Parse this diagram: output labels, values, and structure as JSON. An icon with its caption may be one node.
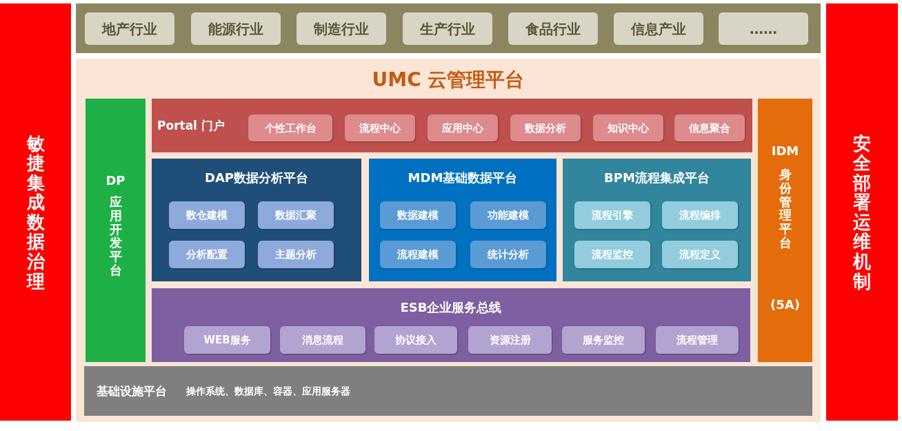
{
  "diagram": {
    "nodes": [
      {
        "text": [
          "敏捷集成数据治理"
        ]
      },
      {
        "text": [],
        "shape": "box"
      },
      {
        "text": [
          "地产行业"
        ],
        "in": 1
      },
      {
        "text": [
          "能源行业"
        ],
        "in": 1
      },
      {
        "text": [
          "制造行业"
        ],
        "in": 1
      },
      {
        "text": [
          "生产行业"
        ],
        "in": 1
      },
      {
        "text": [
          "食品行业"
        ],
        "in": 1
      },
      {
        "text": [
          "信息产业"
        ],
        "in": 1
      },
      {
        "text": [
          "……"
        ],
        "in": 1
      },
      {
        "text": [
          "UMC 云管理平台"
        ]
      },
      {
        "text": [
          "DP",
          "应用开发平台"
        ],
        "in": 9
      },
      {
        "text": [
          "Portal 门户"
        ],
        "in": 9
      },
      {
        "text": [
          "个性工作台"
        ],
        "in": 11
      },
      {
        "text": [
          "流程中心"
        ],
        "in": 11
      },
      {
        "text": [
          "应用中心"
        ],
        "in": 11
      },
      {
        "text": [
          "数据分析"
        ],
        "in": 11
      },
      {
        "text": [
          "知识中心"
        ],
        "in": 11
      },
      {
        "text": [
          "信息聚合"
        ],
        "in": 11
      },
      {
        "text": [
          "DAP数据分析平台"
        ],
        "in": 9
      },
      {
        "text": [
          "数仓建模"
        ],
        "in": 18
      },
      {
        "text": [
          "数据汇聚"
        ],
        "in": 18
      },
      {
        "text": [
          "分析配置"
        ],
        "in": 18
      },
      {
        "text": [
          "主题分析"
        ],
        "in": 18
      },
      {
        "text": [
          "MDM基础数据平台"
        ],
        "in": 9
      },
      {
        "text": [
          "数据建模"
        ],
        "in": 23
      },
      {
        "text": [
          "功能建模"
        ],
        "in": 23
      },
      {
        "text": [
          "流程建模"
        ],
        "in": 23
      },
      {
        "text": [
          "统计分析"
        ],
        "in": 23
      },
      {
        "text": [
          "BPM流程集成平台"
        ],
        "in": 9
      },
      {
        "text": [
          "流程引擎"
        ],
        "in": 28
      },
      {
        "text": [
          "流程编排"
        ],
        "in": 28
      },
      {
        "text": [
          "流程监控"
        ],
        "in": 28
      },
      {
        "text": [
          "流程定义"
        ],
        "in": 28
      },
      {
        "text": [
          "ESB企业服务总线"
        ],
        "in": 9
      },
      {
        "text": [
          "WEB服务"
        ],
        "in": 33
      },
      {
        "text": [
          "消息流程"
        ],
        "in": 33
      },
      {
        "text": [
          "协议接入"
        ],
        "in": 33
      },
      {
        "text": [
          "资源注册"
        ],
        "in": 33
      },
      {
        "text": [
          "服务监控"
        ],
        "in": 33
      },
      {
        "text": [
          "流程管理"
        ],
        "in": 33
      },
      {
        "text": [
          "IDM",
          "身份管理平台",
          "(5A)"
        ],
        "in": 9
      },
      {
        "text": [
          "基础设施平台",
          "操作系统、数据库、容器、应用服务器"
        ],
        "in": 9
      },
      {
        "text": [
          "安全部署运维机制"
        ]
      }
    ],
    "edges": []
  }
}
